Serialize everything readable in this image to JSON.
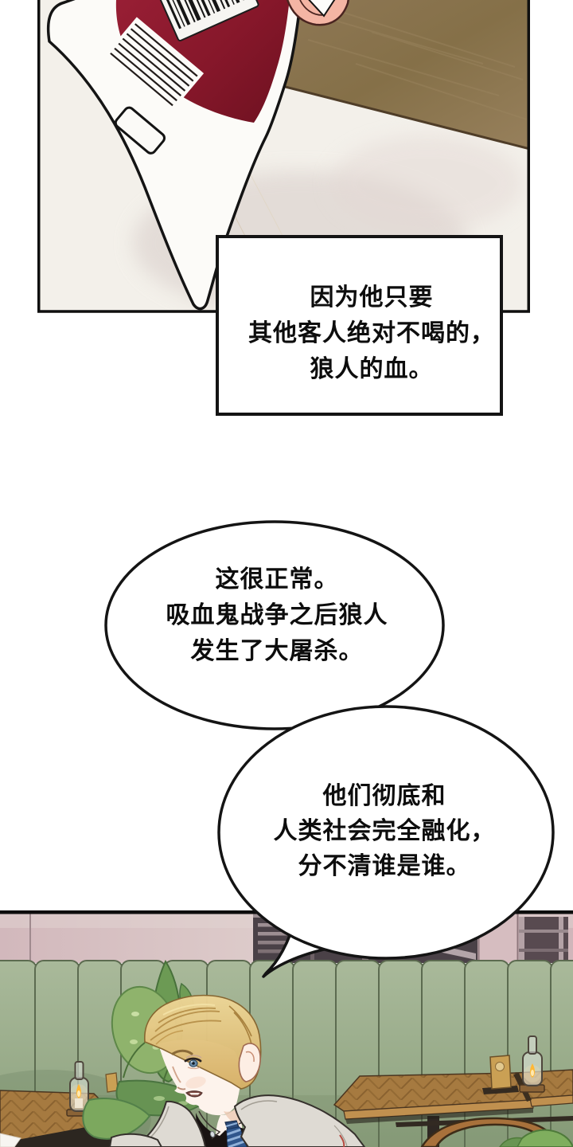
{
  "comic": {
    "caption": {
      "lines": [
        "因为他只要",
        "其他客人绝对不喝的，",
        "狼人的血。"
      ]
    },
    "bubbles": [
      {
        "lines": [
          "这很正常。",
          "吸血鬼战争之后狼人",
          "发生了大屠杀。"
        ]
      },
      {
        "lines": [
          "他们彻底和",
          "人类社会完全融化，",
          "分不清谁是谁。"
        ]
      }
    ],
    "scene_notes": {
      "top_panel": "hand holding dark red blood bag with barcode label over marble table, wooden table corner",
      "bottom_panel": "blond man in light coat, black shirt and striped tie in cafe with green booth, candle bottles, plant and wooden tables"
    }
  },
  "colors": {
    "blood_bag_red": "#8c1c2b",
    "wood_table": "#8d7452",
    "marble": "#f3f0ea",
    "booth_green": "#a2b394",
    "wall_mauve": "#d5bdc0",
    "hair_blond": "#e5c478",
    "coat_gray": "#dcd8d1",
    "tie_navy": "#30568c",
    "candle_flame": "#ffb836",
    "outline_black": "#141414"
  }
}
